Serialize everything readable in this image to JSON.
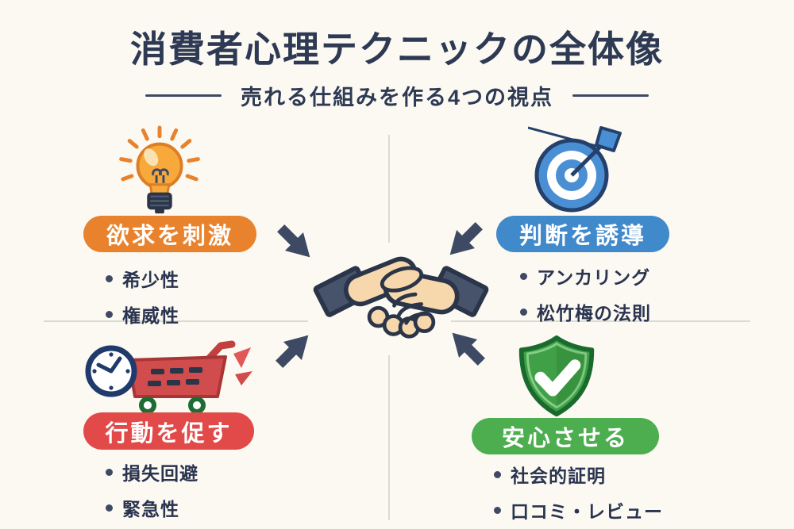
{
  "page": {
    "title": "消費者心理テクニックの全体像",
    "subtitle": "売れる仕組みを作る4つの視点"
  },
  "colors": {
    "background": "#FBF9F1",
    "title_text": "#2E3A54",
    "body_text": "#2A3450",
    "divider": "#DCDBD3",
    "arrow": "#3E4A63",
    "orange": "#E8822D",
    "blue": "#4089CB",
    "red": "#E24A4A",
    "green": "#4CAE4F"
  },
  "center": {
    "icon": "handshake-icon"
  },
  "quadrants": {
    "top_left": {
      "icon": "lightbulb-icon",
      "accent_color": "#E8822D",
      "label": "欲求を刺激",
      "items": [
        "希少性",
        "権威性"
      ]
    },
    "top_right": {
      "icon": "target-dart-icon",
      "accent_color": "#4089CB",
      "label": "判断を誘導",
      "items": [
        "アンカリング",
        "松竹梅の法則"
      ]
    },
    "bottom_left": {
      "icon": "clock-cart-icon",
      "accent_color": "#E24A4A",
      "label": "行動を促す",
      "items": [
        "損失回避",
        "緊急性"
      ]
    },
    "bottom_right": {
      "icon": "shield-check-icon",
      "accent_color": "#4CAE4F",
      "label": "安心させる",
      "items": [
        "社会的証明",
        "口コミ・レビュー"
      ]
    }
  }
}
